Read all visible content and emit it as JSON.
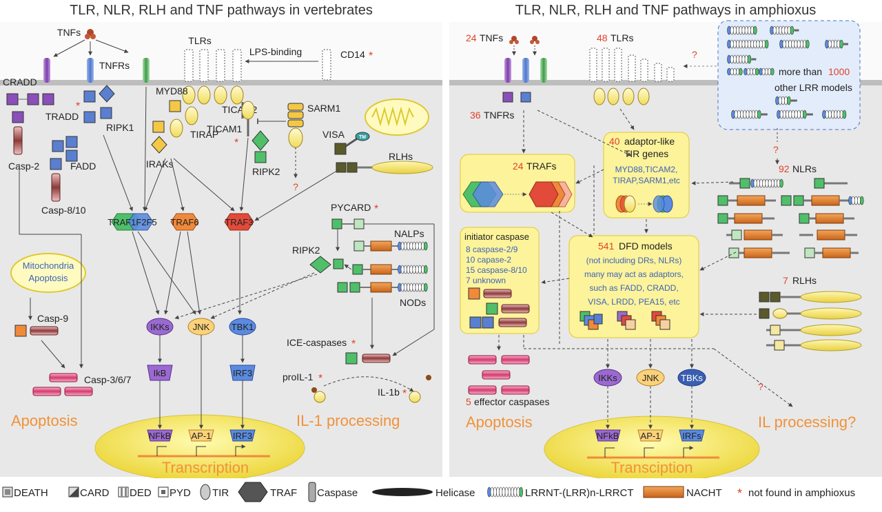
{
  "left": {
    "title": "TLR, NLR, RLH and TNF pathways in vertebrates",
    "labels": {
      "tnfs": "TNFs",
      "tnfrs": "TNFRs",
      "tlrs": "TLRs",
      "lps_binding": "LPS-binding",
      "cd14": "CD14",
      "cradd": "CRADD",
      "tradd": "TRADD",
      "ripk1": "RIPK1",
      "myd88": "MYD88",
      "ticam2": "TICAM2",
      "sarm1": "SARM1",
      "tirap": "TIRAP",
      "ticam1": "TICAM1",
      "casp2": "Casp-2",
      "fadd": "FADD",
      "iraks": "IRAKs",
      "ripk2_top": "RIPK2",
      "visa": "VISA",
      "tm": "TM",
      "rlhs": "RLHs",
      "question": "?",
      "casp810": "Casp-8/10",
      "traf1f2f5": "TRAF1F2F5",
      "traf6": "TRAF6",
      "traf3": "TRAF3",
      "pycard": "PYCARD",
      "nalps": "NALPs",
      "ripk2": "RIPK2",
      "nods": "NODs",
      "mito_line1": "Mitochondria",
      "mito_line2": "Apoptosis",
      "casp9": "Casp-9",
      "ikks": "IKKs",
      "jnk": "JNK",
      "tbk1": "TBK1",
      "ice_caspases": "ICE-caspases",
      "ikb": "IkB",
      "irf3": "IRF3",
      "proil1": "proIL-1",
      "il1b": "IL-1b",
      "casp367": "Casp-3/6/7",
      "apoptosis": "Apoptosis",
      "il1_processing": "IL-1 processing",
      "nfkb": "NFkB",
      "ap1": "AP-1",
      "irf3_nuc": "IRF3",
      "transcription": "Transcription"
    }
  },
  "right": {
    "title": "TLR, NLR, RLH and TNF pathways in amphioxus",
    "labels": {
      "tnfs_n": "24",
      "tnfs": "TNFs",
      "tlrs_n": "48",
      "tlrs": "TLRs",
      "q1": "?",
      "more_than": "more than",
      "lrr_n": "1000",
      "other_lrr": "other LRR models",
      "tnfrs_n": "36",
      "tnfrs": "TNFRs",
      "adaptor_n": "40",
      "adaptor_line1": "adaptor-like",
      "adaptor_line2": "TIR genes",
      "adaptor_line3": "MYD88,TICAM2,",
      "adaptor_line4": "TIRAP,SARM1,etc",
      "q2": "?",
      "nlrs_n": "92",
      "nlrs": "NLRs",
      "trafs_n": "24",
      "trafs": "TRAFs",
      "initiator": "initiator caspase",
      "ic1": "8 caspase-2/9",
      "ic2": "10 capase-2",
      "ic3": "15 caspase-8/10",
      "ic4": "7 unknown",
      "dfd_n": "541",
      "dfd": "DFD models",
      "dfd1": "(not including DRs, NLRs)",
      "dfd2": "many may act as adaptors,",
      "dfd3": "such as FADD, CRADD,",
      "dfd4": "VISA, LRDD, PEA15, etc",
      "rlhs_n": "7",
      "rlhs": "RLHs",
      "q3": "?",
      "ikks": "IKKs",
      "jnk": "JNK",
      "tbks": "TBKs",
      "effector_n": "5",
      "effector": "effector caspases",
      "apoptosis": "Apoptosis",
      "il_processing": "IL processing?",
      "nfkb": "NFkB",
      "ap1": "AP-1",
      "irfs": "IRFs",
      "transcription": "Transciption"
    }
  },
  "legend": {
    "death": "DEATH",
    "card": "CARD",
    "ded": "DED",
    "pyd": "PYD",
    "tir": "TIR",
    "traf": "TRAF",
    "caspase": "Caspase",
    "helicase": "Helicase",
    "lrr": "LRRNT-(LRR)n-LRRCT",
    "nacht": "NACHT",
    "star": "*",
    "not_found": "not found in amphioxus"
  },
  "colors": {
    "panel_bg": "#e6e6e6",
    "membrane": "#b9b9b9",
    "orange_text": "#f0923a",
    "red_star": "#e0412a",
    "blue_text": "#3b63b8",
    "yellow_fill": "#fdf39a",
    "death": "#5a7fd0",
    "card": "#4a9a4a",
    "caspase": "#8c3a3a",
    "nacht": "#d8741e",
    "traf_green": "#4fbf6a",
    "traf_blue": "#5b8be0",
    "traf_orange": "#f08a3a",
    "traf_red": "#e24a3a",
    "purple": "#8a4fb8",
    "pink": "#e0457a"
  }
}
